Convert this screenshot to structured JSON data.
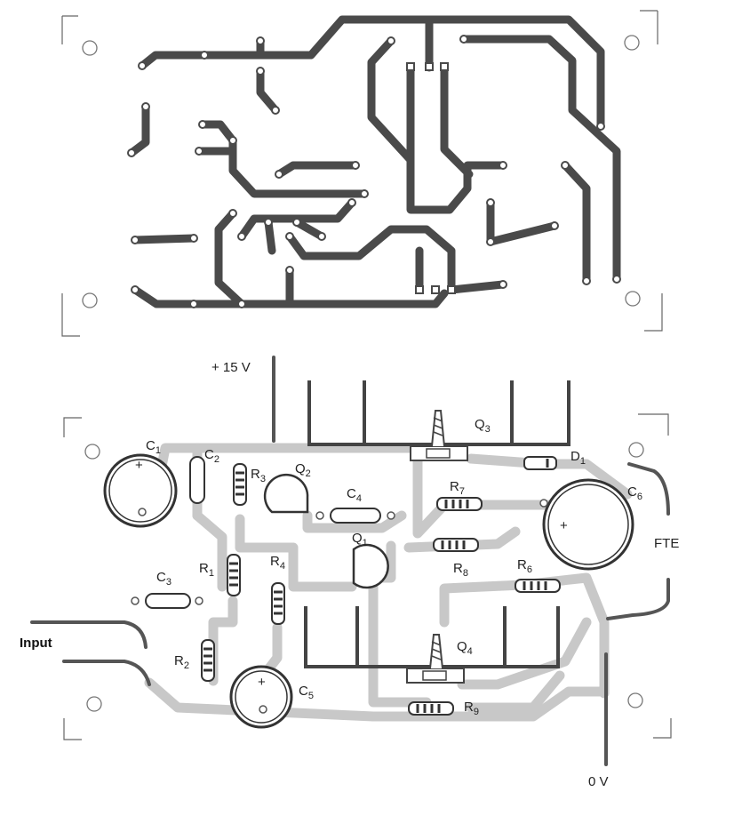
{
  "labels": {
    "supply_plus": "+ 15 V",
    "supply_zero": "0 V",
    "input": "Input",
    "speaker": "FTE"
  },
  "components": {
    "c1": {
      "base": "C",
      "sub": "1"
    },
    "c2": {
      "base": "C",
      "sub": "2"
    },
    "c3": {
      "base": "C",
      "sub": "3"
    },
    "c4": {
      "base": "C",
      "sub": "4"
    },
    "c5": {
      "base": "C",
      "sub": "5"
    },
    "c6": {
      "base": "C",
      "sub": "6"
    },
    "r1": {
      "base": "R",
      "sub": "1"
    },
    "r2": {
      "base": "R",
      "sub": "2"
    },
    "r3": {
      "base": "R",
      "sub": "3"
    },
    "r4": {
      "base": "R",
      "sub": "4"
    },
    "r6": {
      "base": "R",
      "sub": "6"
    },
    "r7": {
      "base": "R",
      "sub": "7"
    },
    "r8": {
      "base": "R",
      "sub": "8"
    },
    "r9": {
      "base": "R",
      "sub": "9"
    },
    "q1": {
      "base": "Q",
      "sub": "1"
    },
    "q2": {
      "base": "Q",
      "sub": "2"
    },
    "q3": {
      "base": "Q",
      "sub": "3"
    },
    "q4": {
      "base": "Q",
      "sub": "4"
    },
    "d1": {
      "base": "D",
      "sub": "1"
    }
  },
  "polarity": "+",
  "colors": {
    "copper_trace": "#4a4a4a",
    "silk_trace": "#c8c8c8",
    "outline": "#3a3a3a"
  }
}
